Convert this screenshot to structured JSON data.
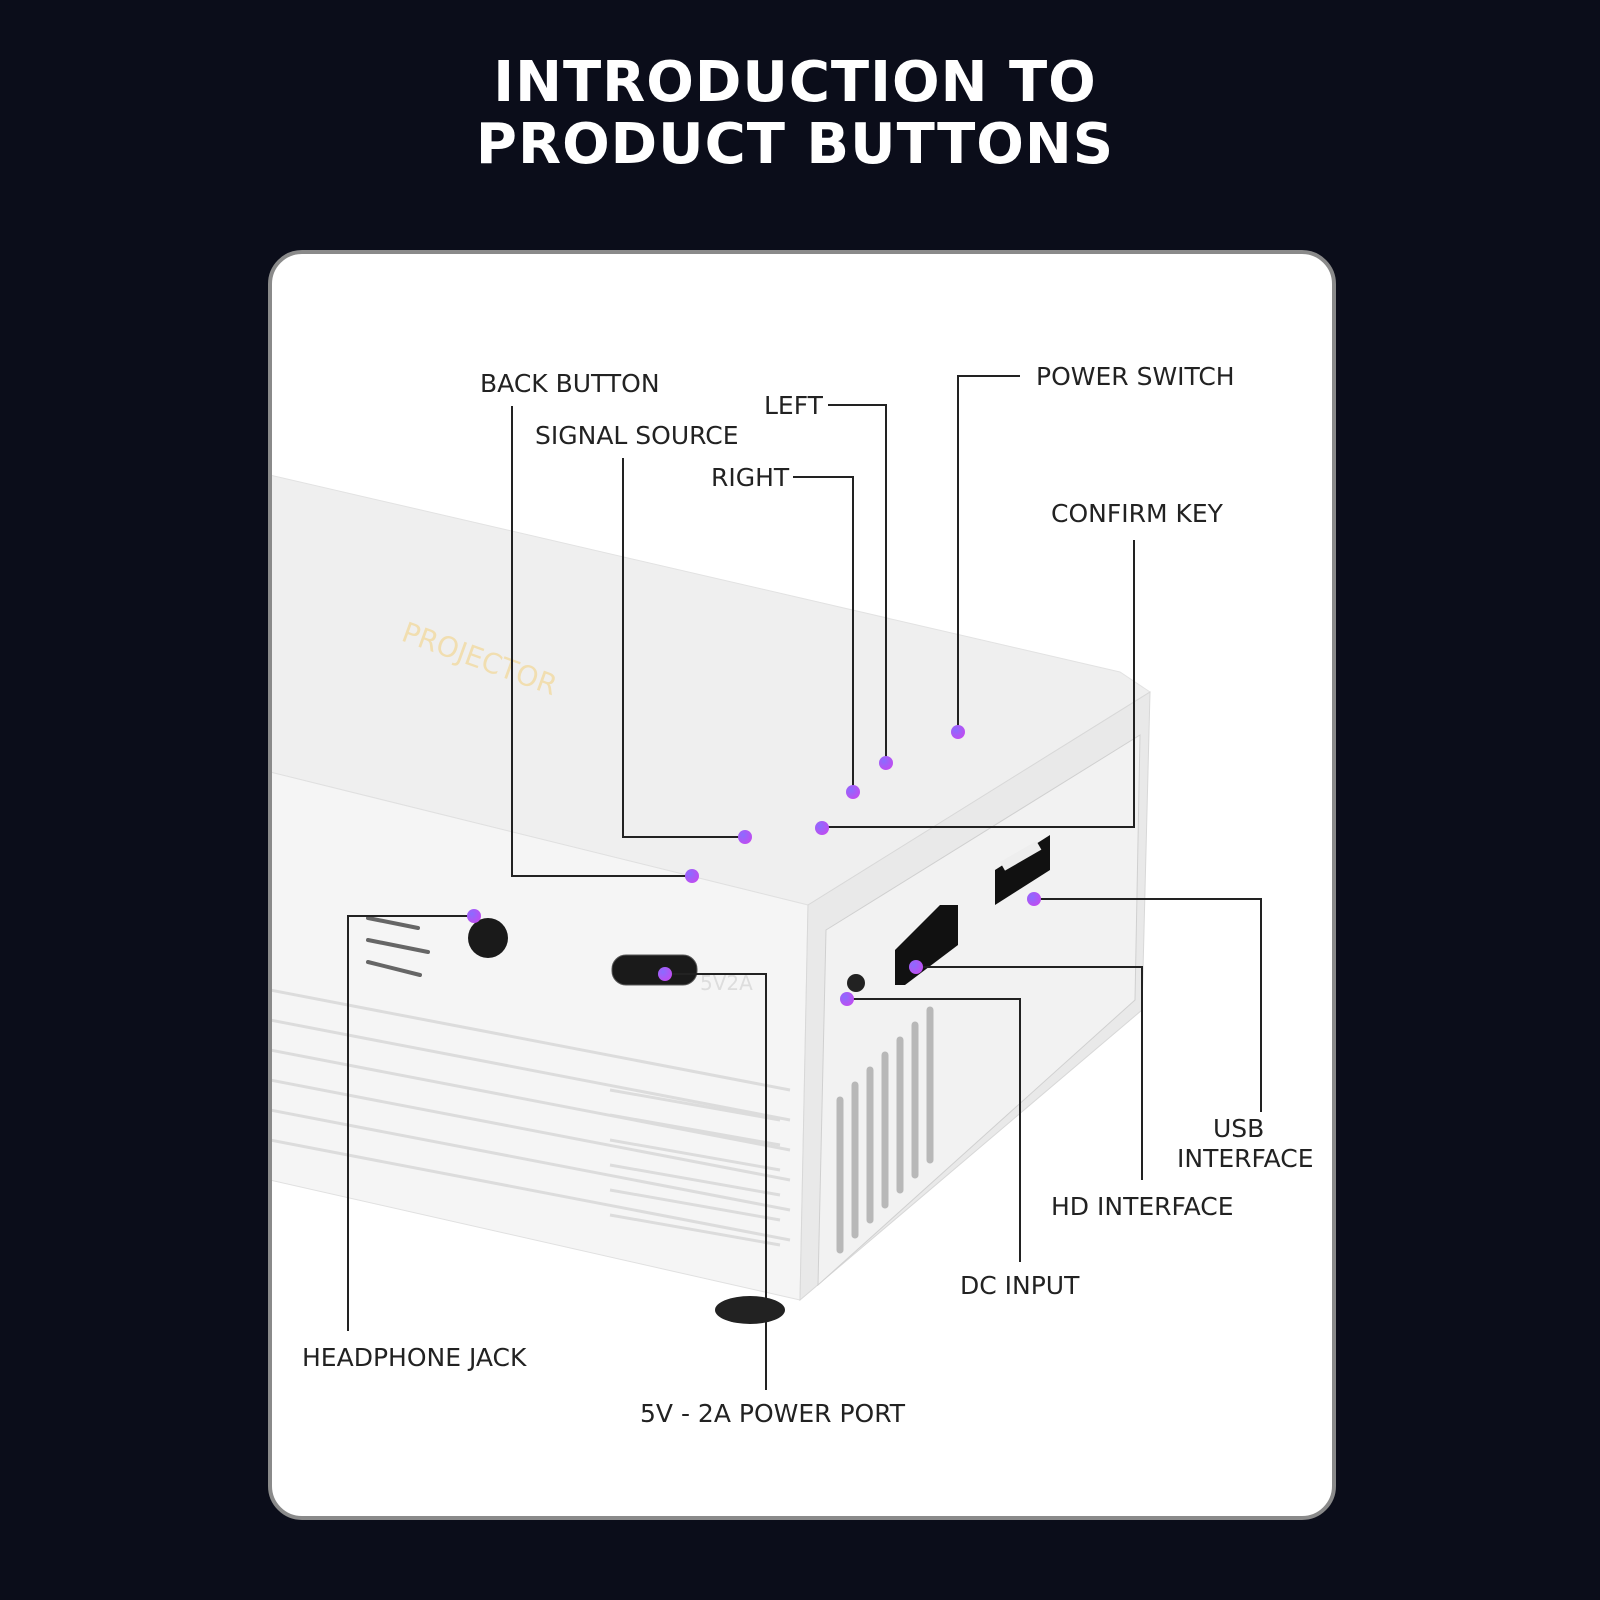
{
  "title": {
    "line1": "INTRODUCTION TO",
    "line2": "PRODUCT BUTTONS"
  },
  "product": {
    "brand_text": "PROJECTOR",
    "port_marking": "5V2A"
  },
  "dot_color": "#9b5cf5",
  "callouts": {
    "back_button": "BACK BUTTON",
    "signal_source": "SIGNAL SOURCE",
    "left": "LEFT",
    "right": "RIGHT",
    "power_switch": "POWER SWITCH",
    "confirm_key": "CONFIRM KEY",
    "usb_interface_1": "USB",
    "usb_interface_2": "INTERFACE",
    "hd_interface": "HD INTERFACE",
    "dc_input": "DC INPUT",
    "headphone_jack": "HEADPHONE JACK",
    "power_port": "5V - 2A POWER PORT"
  }
}
